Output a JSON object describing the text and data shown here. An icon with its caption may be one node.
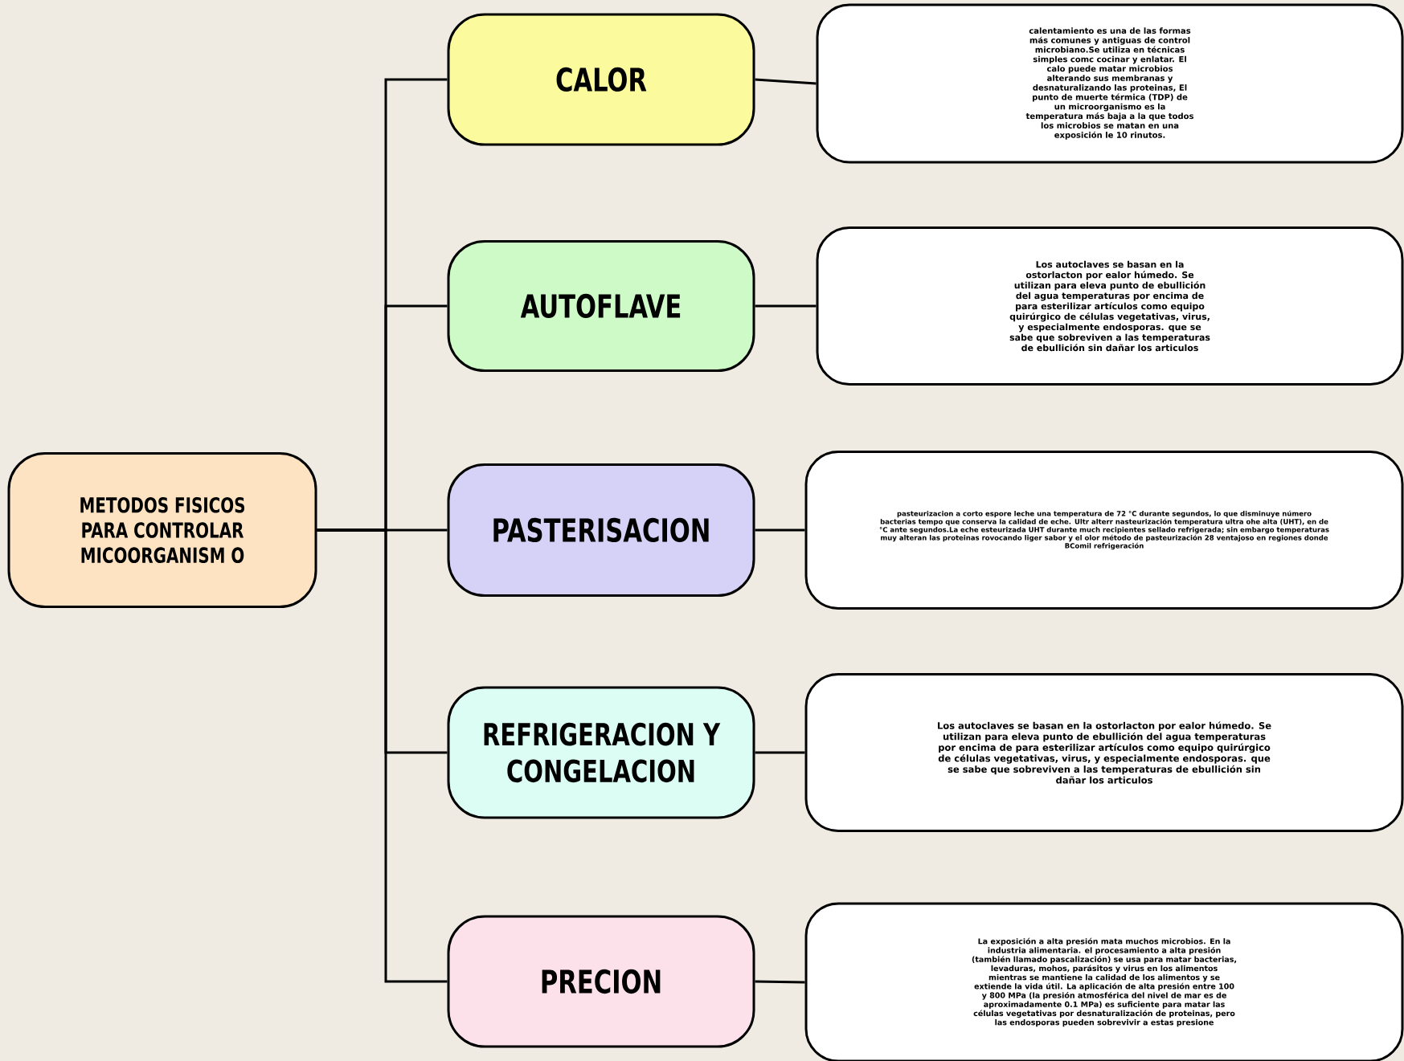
{
  "diagram": {
    "nodes": [
      {
        "text": [
          "METODOS FISICOS PARA CONTROLAR MICOORGANISM O"
        ]
      },
      {
        "text": [
          "CALOR"
        ]
      },
      {
        "text": [
          "calentamiento es una de las formas más comunes y antiguas de control microbiano.Se utiliza en técnicas simples comc cocinar y enlatar. El calo puede matar microbios alterando sus membranas y desnaturalizando las proteinas, El punto de muerte térmica (TDP) de un microorganismo es la temperatura más baja a la que todos los microbios se matan en una exposición le 10 rinutos."
        ]
      },
      {
        "text": [
          "AUTOFLAVE"
        ]
      },
      {
        "text": [
          "Los autoclaves se basan en la ostorlacton por ealor húmedo. Se utilizan para eleva punto de ebullición del agua temperaturas por encima de para esterilizar artículos como equipo quirúrgico de células vegetativas, virus, y especialmente endosporas. que se sabe que sobreviven a las temperaturas de ebullición sin dañar los articulos"
        ]
      },
      {
        "text": [
          "PASTERISACION"
        ]
      },
      {
        "text": [
          "pasteurizacion a corto espore leche una temperatura de 72 °C durante segundos, lo que disminuye número bacterias tempo que conserva la calidad de eche. Ultr alterr nasteurización temperatura ultra ohe alta (UHT), en de °C ante segundos.La eche esteurizada UHT durante much recipientes sellado refrigerada; sin embargo temperaturas muy alteran las proteinas rovocando liger sabor y el olor método de pasteurización 28 ventajoso en regiones donde BComil refrigeración"
        ]
      },
      {
        "text": [
          "REFRIGERACION Y CONGELACION"
        ]
      },
      {
        "text": [
          "Los autoclaves se basan en la ostorlacton por ealor húmedo. Se utilizan para eleva punto de ebullición del agua temperaturas por encima de para esterilizar artículos como equipo quirúrgico de células vegetativas, virus, y especialmente endosporas. que se sabe que sobreviven a las temperaturas de ebullición sin dañar los articulos"
        ]
      },
      {
        "text": [
          "PRECION"
        ]
      },
      {
        "text": [
          "La exposición a alta presión mata muchos microbios. En la industria alimentaria. el procesamiento a alta presión (también llamado pascalización) se usa para matar bacterias, levaduras, mohos, parásitos y virus en los alimentos mientras se mantiene la calidad de los alimentos y se extiende la vida útil. La aplicación de alta presión entre 100 y 800 MPa (la presión atmosférica del nivel de mar es de aproximadamente 0.1 MPa) es suficiente para matar las células vegetativas por desnaturalización de proteinas, pero las endosporas pueden sobrevivir a estas presione"
        ]
      }
    ],
    "edges": [
      {
        "from": 0,
        "to": 1,
        "arrow": "none"
      },
      {
        "from": 0,
        "to": 3,
        "arrow": "none"
      },
      {
        "from": 0,
        "to": 5,
        "arrow": "none"
      },
      {
        "from": 0,
        "to": 7,
        "arrow": "none"
      },
      {
        "from": 0,
        "to": 9,
        "arrow": "none"
      },
      {
        "from": 1,
        "to": 2,
        "arrow": "none"
      },
      {
        "from": 3,
        "to": 4,
        "arrow": "none"
      },
      {
        "from": 5,
        "to": 6,
        "arrow": "none"
      },
      {
        "from": 7,
        "to": 8,
        "arrow": "none"
      },
      {
        "from": 9,
        "to": 10,
        "arrow": "none"
      }
    ]
  }
}
